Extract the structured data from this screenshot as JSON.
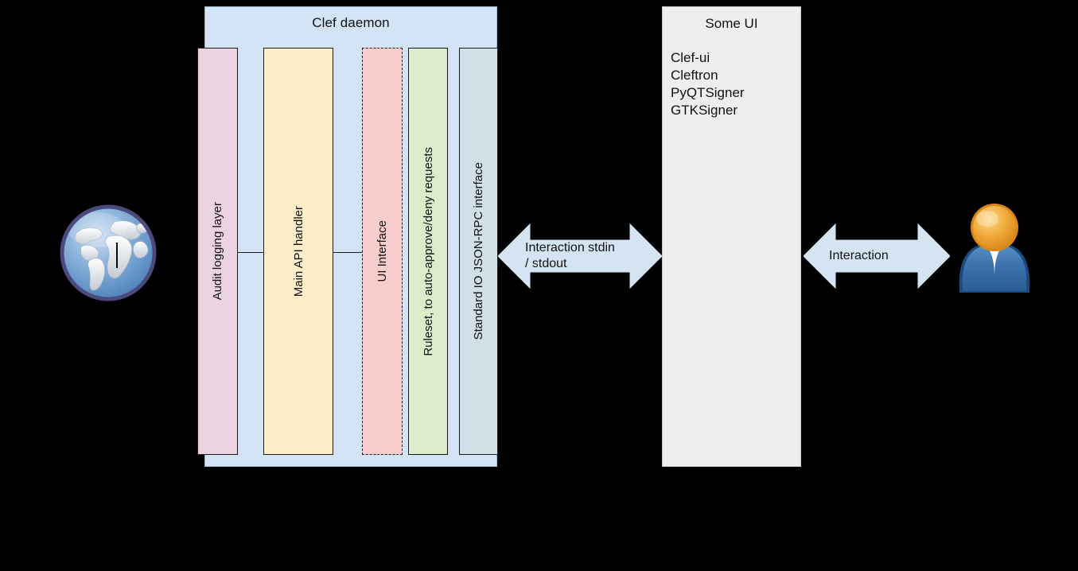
{
  "diagram": {
    "background_color": "#000000",
    "clef": {
      "title": "Clef daemon",
      "container_color": "#d4e4f7",
      "components": [
        {
          "id": "audit",
          "label": "Audit logging layer",
          "color": "#ecd3e2",
          "border": "solid"
        },
        {
          "id": "api",
          "label": "Main API handler",
          "color": "#fdeec9",
          "border": "solid"
        },
        {
          "id": "uiiface",
          "label": "UI Interface",
          "color": "#f7cecd",
          "border": "dashed"
        },
        {
          "id": "ruleset",
          "label": "Ruleset, to auto-approve/deny requests",
          "color": "#dbecca",
          "border": "solid"
        },
        {
          "id": "stdio",
          "label": "Standard IO JSON-RPC interface",
          "color": "#d1dfe6",
          "border": "solid"
        }
      ]
    },
    "someui": {
      "title": "Some UI",
      "panel_color": "#eeeeee",
      "implementations": [
        "Clef-ui",
        "Cleftron",
        "PyQTSigner",
        "GTKSigner"
      ]
    },
    "arrows": [
      {
        "id": "stdio-arrow",
        "label_line1": "Interaction stdin",
        "label_line2": "/ stdout",
        "color": "#d4e4f2"
      },
      {
        "id": "user-arrow",
        "label_line1": "Interaction",
        "label_line2": "",
        "color": "#d4e4f2"
      }
    ],
    "icons": [
      {
        "id": "globe",
        "name": "globe-icon",
        "alt": "Internet / external world"
      },
      {
        "id": "user",
        "name": "user-icon",
        "alt": "End user"
      }
    ]
  }
}
